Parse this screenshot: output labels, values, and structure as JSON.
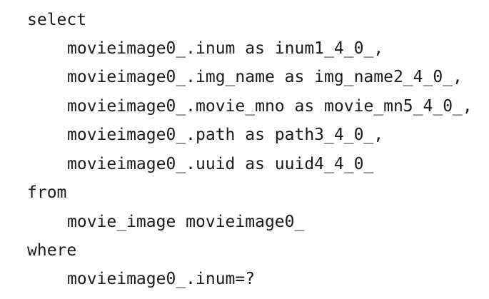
{
  "sql": {
    "lines": [
      "select",
      "movieimage0_.inum as inum1_4_0_,",
      "movieimage0_.img_name as img_name2_4_0_,",
      "movieimage0_.movie_mno as movie_mn5_4_0_,",
      "movieimage0_.path as path3_4_0_,",
      "movieimage0_.uuid as uuid4_4_0_",
      "from",
      "movie_image movieimage0_",
      "where",
      "movieimage0_.inum=?"
    ]
  },
  "colors": {
    "background": "#ffffff",
    "text": "#1a1a1a"
  }
}
